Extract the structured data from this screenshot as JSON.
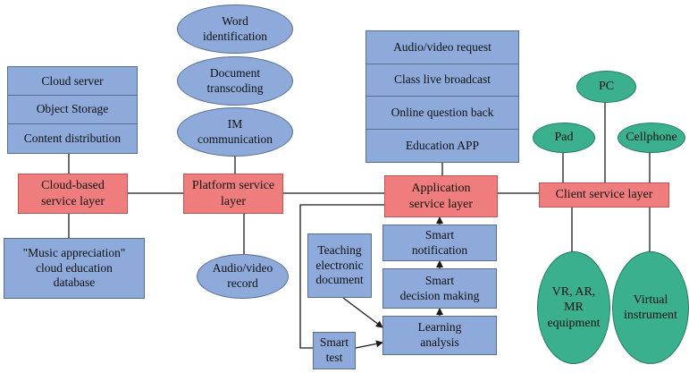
{
  "cloud_stack": [
    "Cloud server",
    "Object Storage",
    "Content distribution"
  ],
  "platform_ellipses": [
    "Word\nidentification",
    "Document\ntranscoding",
    "IM\ncommunication"
  ],
  "app_stack": [
    "Audio/video request",
    "Class live broadcast",
    "Online question back",
    "Education APP"
  ],
  "layers": {
    "cloud": "Cloud-based\nservice layer",
    "platform": "Platform service\nlayer",
    "application": "Application\nservice layer",
    "client": "Client service layer"
  },
  "database": "\"Music appreciation\"\ncloud education\ndatabase",
  "audio_record": "Audio/video\nrecord",
  "modules": {
    "smart_notification": "Smart\nnotification",
    "smart_decision": "Smart\ndecision making",
    "learning_analysis": "Learning\nanalysis",
    "teaching_document": "Teaching\nelectronic\ndocument",
    "smart_test": "Smart\ntest"
  },
  "client_devices": {
    "pc": "PC",
    "pad": "Pad",
    "cellphone": "Cellphone",
    "vr": "VR, AR,\nMR\nequipment",
    "virtual_instrument": "Virtual\ninstrument"
  },
  "colors": {
    "blue_box": "#8eaadb",
    "red_layer": "#f07d7d",
    "green_device": "#3bb08f",
    "line": "#1a1a1a"
  }
}
